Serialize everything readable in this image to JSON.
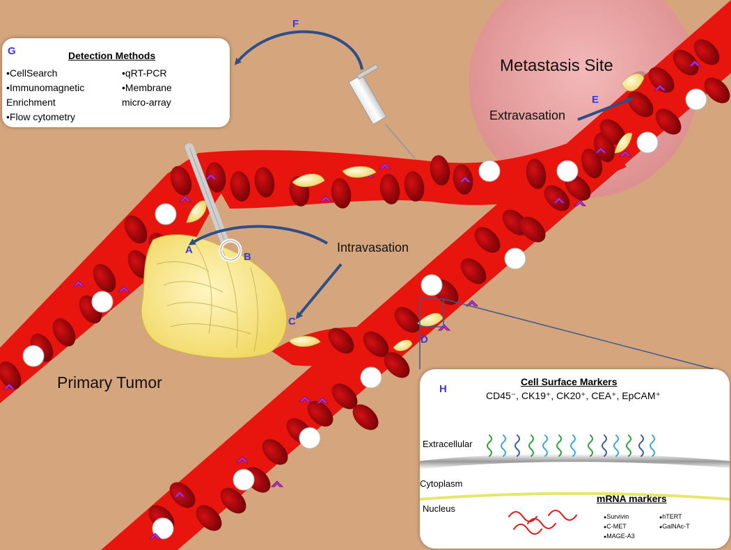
{
  "labels": {
    "metastasis_site": "Metastasis Site",
    "extravasation": "Extravasation",
    "intravasation": "Intravasation",
    "primary_tumor": "Primary Tumor"
  },
  "letters": {
    "a": "A",
    "b": "B",
    "c": "C",
    "d": "D",
    "e": "E",
    "f": "F",
    "g": "G",
    "h": "H"
  },
  "detection_panel": {
    "title": "Detection Methods",
    "col1": [
      "CellSearch",
      "Immunomagnetic",
      "Flow cytometry"
    ],
    "col1_cont": "Enrichment",
    "col2": [
      "qRT-PCR",
      "Membrane"
    ],
    "col2_cont": "micro-array"
  },
  "markers_panel": {
    "title": "Cell Surface Markers",
    "markers": "CD45⁻, CK19⁺, CK20⁺, CEA⁺, EpCAM⁺",
    "extracellular": "Extracellular",
    "cytoplasm": "Cytoplasm",
    "nucleus": "Nucleus",
    "mrna_title": "mRNA markers",
    "mrna_col1": [
      "Survivin",
      "C-MET",
      "MAGE-A3"
    ],
    "mrna_col2": [
      "hTERT",
      "GalNAc-T"
    ]
  },
  "colors": {
    "background": "#d5a67e",
    "vessel": "#e8140e",
    "rbc": "#a8060a",
    "tumor": "#f5e27a",
    "metastasis": "#e7a0a0",
    "arrow": "#2c4f88",
    "letter": "#3a3ad8"
  }
}
